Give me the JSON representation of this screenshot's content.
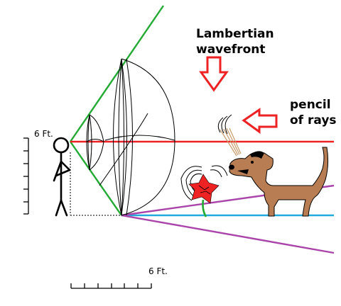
{
  "labels": {
    "title_line1": "Lambertian",
    "title_line2": "wavefront",
    "pencil_line1": "pencil",
    "pencil_line2": "of rays",
    "vertical_scale": "6 Ft.",
    "horizontal_scale": "6 Ft."
  },
  "colors": {
    "green_ray": "#22aa33",
    "red_ray": "#ee2222",
    "purple_ray": "#aa44aa",
    "blue_ray": "#22aadd",
    "arrow": "#ee2222",
    "dog": "#b87d52",
    "flower": "#ee2222",
    "stem": "#22aa33"
  }
}
